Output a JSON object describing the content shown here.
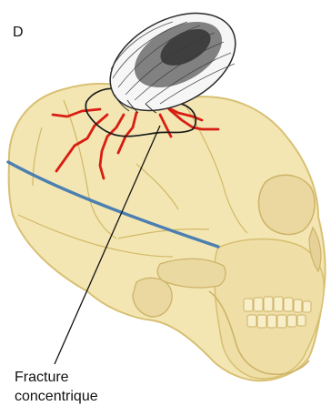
{
  "panel_label": "D",
  "annotation": {
    "line1": "Fracture",
    "line2": "concentrique"
  },
  "colors": {
    "bone_fill": "#f3e6b3",
    "bone_line": "#d8c073",
    "fracture_radiating": "#d81e12",
    "fracture_concentric": "#1a1a1a",
    "measurement_line": "#4a7fb0",
    "impact_object": "#2a2a2a"
  },
  "icons": [
    "skull-illustration",
    "impact-object",
    "radiating-fracture-lines",
    "concentric-fracture-line"
  ]
}
